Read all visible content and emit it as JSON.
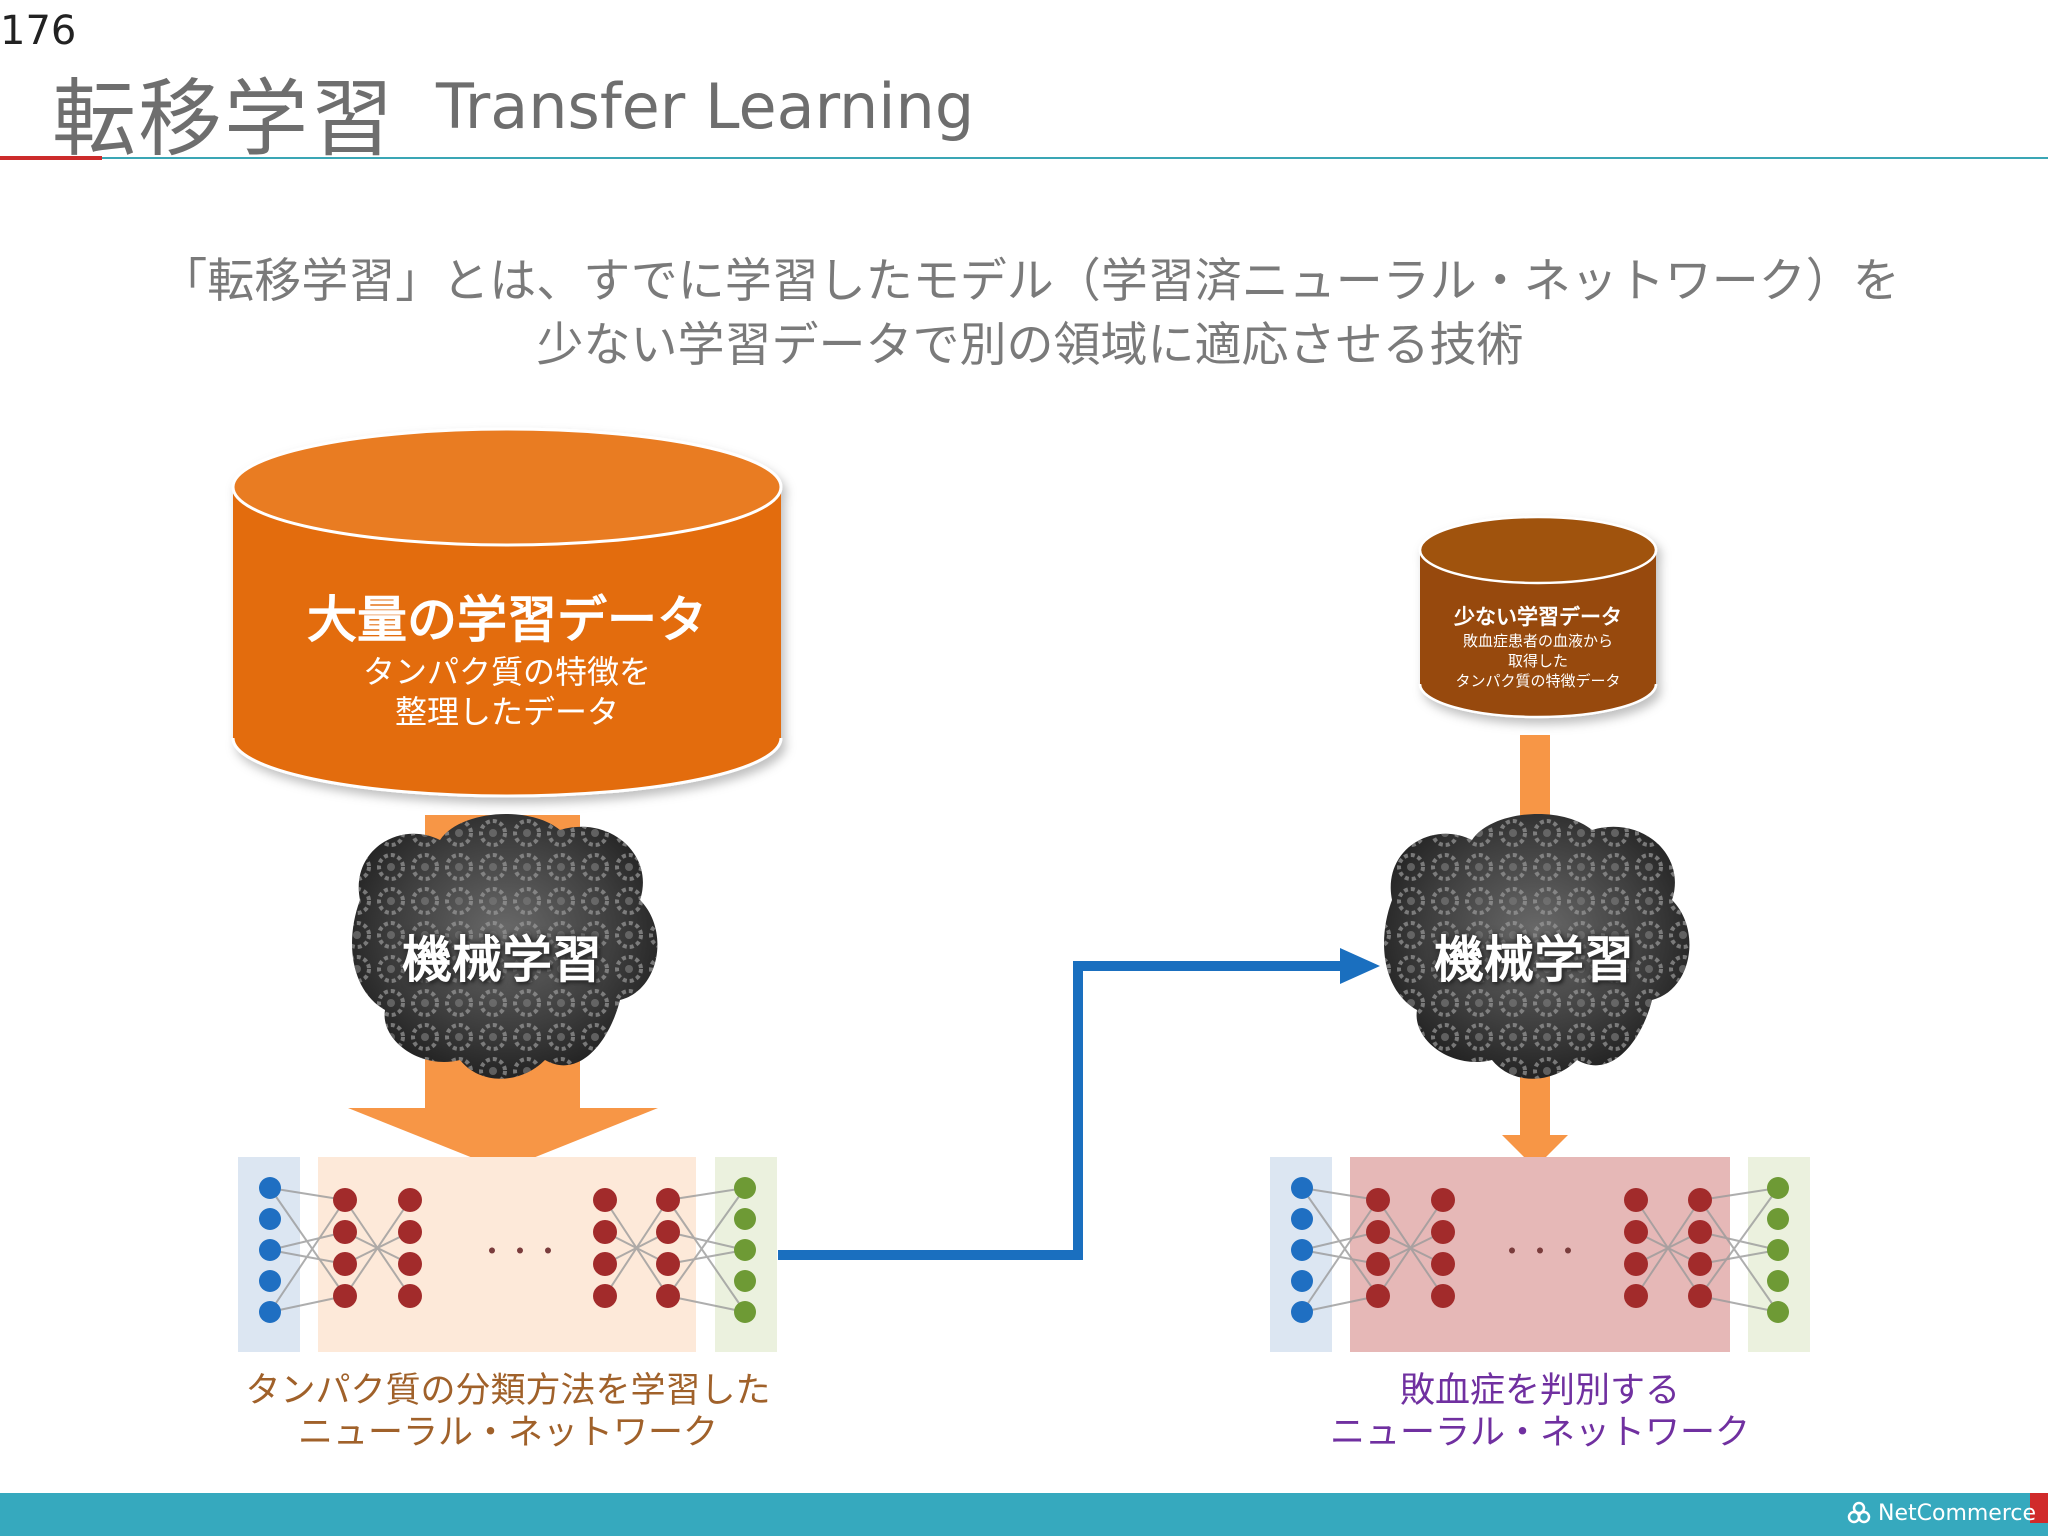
{
  "page": {
    "number": "176"
  },
  "title": {
    "jp": "転移学習",
    "en": "Transfer Learning"
  },
  "intro": {
    "line1": "「転移学習」とは、すでに学習したモデル（学習済ニューラル・ネットワーク）を",
    "line2": "少ない学習データで別の領域に適応させる技術"
  },
  "left": {
    "database": {
      "title": "大量の学習データ",
      "line1": "タンパク質の特徴を",
      "line2": "整理したデータ"
    },
    "brain_label": "機械学習",
    "caption": {
      "line1": "タンパク質の分類方法を学習した",
      "line2": "ニューラル・ネットワーク"
    }
  },
  "right": {
    "database": {
      "title": "少ない学習データ",
      "line1": "敗血症患者の血液から",
      "line2": "取得した",
      "line3": "タンパク質の特徴データ"
    },
    "brain_label": "機械学習",
    "caption": {
      "line1": "敗血症を判別する",
      "line2": "ニューラル・ネットワーク"
    }
  },
  "network": {
    "ellipsis": "・・・"
  },
  "footer": {
    "brand": "NetCommerce"
  },
  "colors": {
    "big_db": "#e36c0c",
    "small_db": "#974809",
    "arrow": "#f79646",
    "transfer_arrow": "#1a6fbf",
    "input_node": "#1f6fc2",
    "hidden_node": "#a22b2b",
    "output_node": "#6e9a35",
    "left_caption": "#a0612a",
    "right_caption": "#7030a0"
  }
}
